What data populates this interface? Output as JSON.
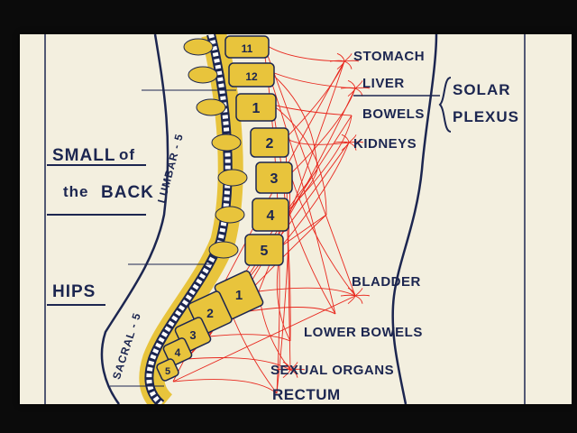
{
  "organs": {
    "stomach": "STOMACH",
    "liver": "LIVER",
    "bowels": "BOWELS",
    "kidneys": "KIDNEYS",
    "bladder": "BLADDER",
    "lower_bowels": "LOWER BOWELS",
    "sexual_organs": "SEXUAL ORGANS",
    "rectum": "RECTUM"
  },
  "plexus": {
    "line1": "SOLAR",
    "line2": "PLEXUS"
  },
  "regions": {
    "small_back_line1a": "SMALL",
    "small_back_line1b": "of",
    "small_back_line2a": "the",
    "small_back_line2b": "BACK",
    "hips": "HIPS"
  },
  "vertebrae_groups": {
    "lumbar": "LUMBAR - 5",
    "sacral": "SACRAL - 5"
  },
  "vertebra_numbers": [
    "11",
    "12",
    "1",
    "2",
    "3",
    "4",
    "5"
  ],
  "sacral_numbers": [
    "1",
    "2",
    "3",
    "4",
    "5"
  ],
  "colors": {
    "ink": "#1c2650",
    "bone": "#e8c43c",
    "nerve": "#e8281e",
    "paper": "#f3efdf"
  }
}
